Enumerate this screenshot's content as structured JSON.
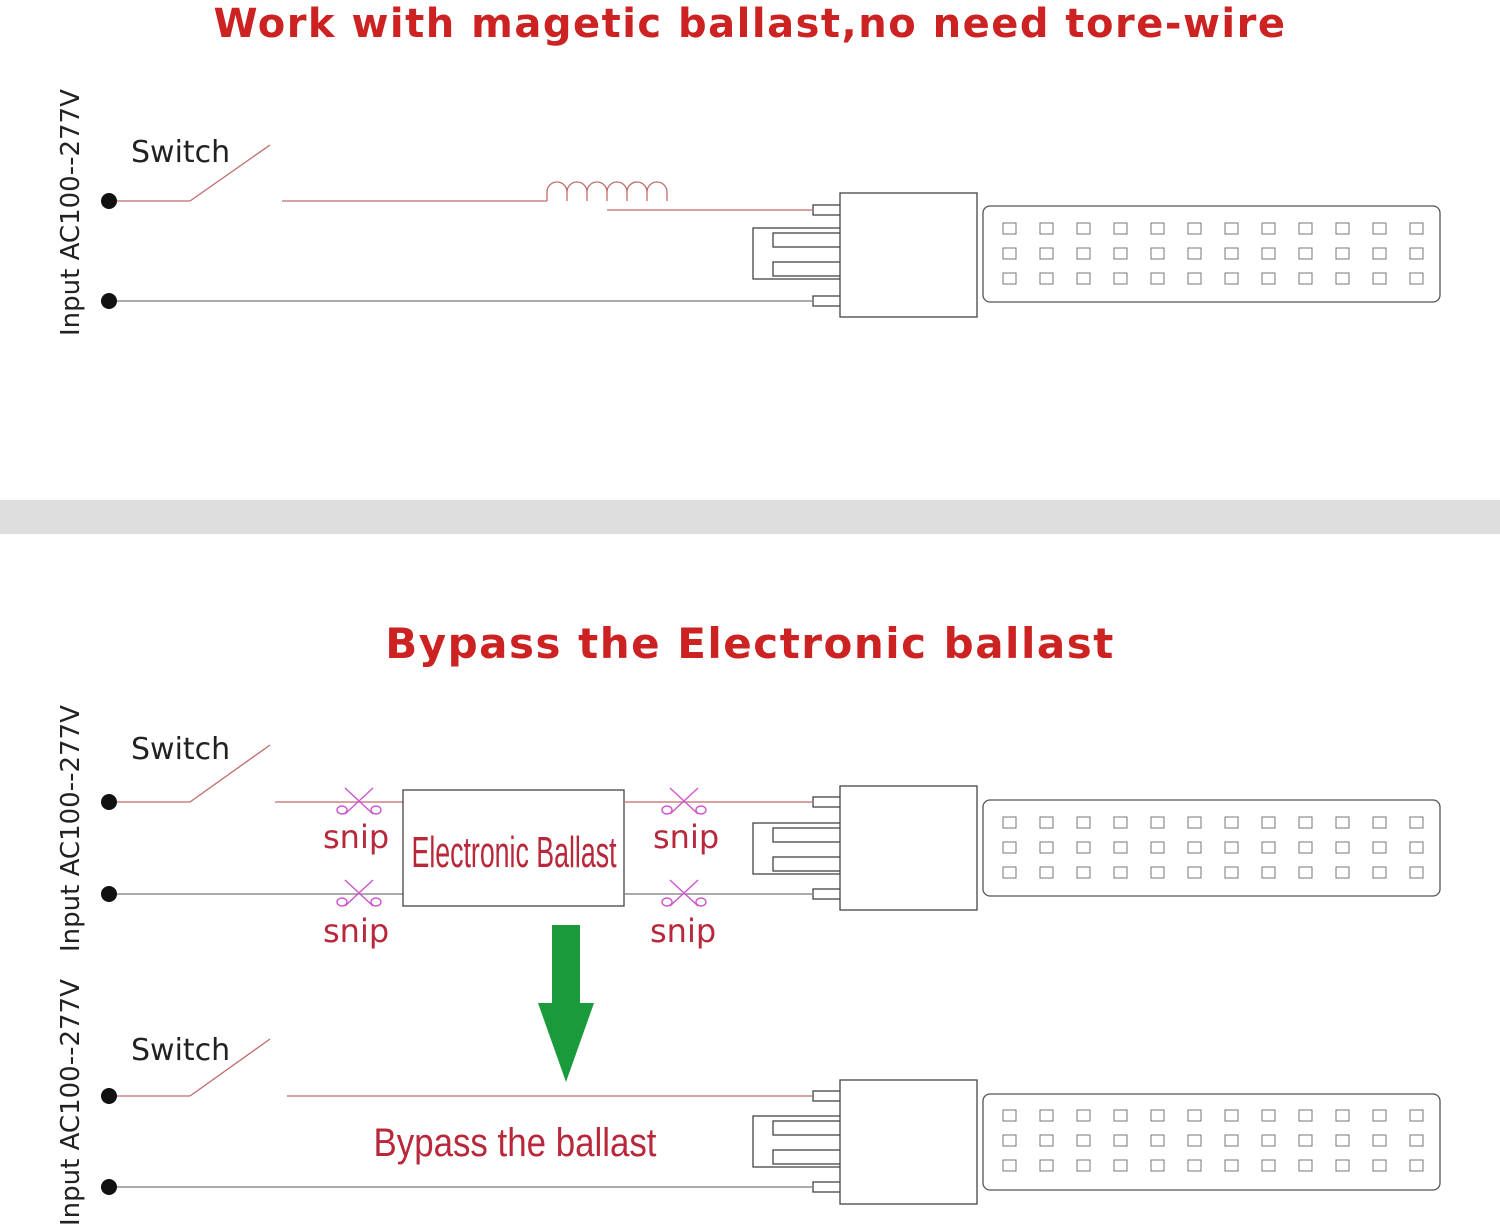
{
  "titles": {
    "top": "Work with magetic ballast,no need tore-wire",
    "middle": "Bypass the  Electronic ballast"
  },
  "labels": {
    "input_voltage": "Input AC100--277V",
    "switch": "Switch",
    "snip": "snip",
    "electronic_ballast": "Electronic Ballast",
    "bypass_ballast": "Bypass the ballast"
  },
  "colors": {
    "title_red": "#cc2222",
    "label_red": "#b8283a",
    "arrow_green": "#1a9a3a",
    "divider_gray": "#dedede"
  }
}
